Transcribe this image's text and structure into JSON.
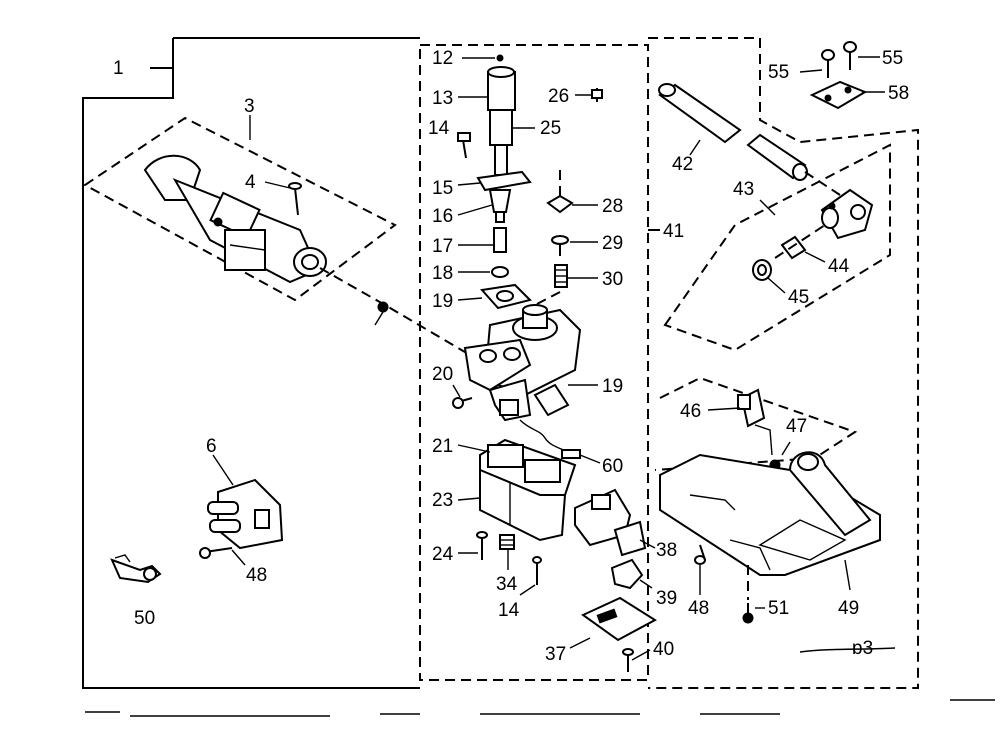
{
  "callouts": {
    "c1": "1",
    "c3": "3",
    "c4": "4",
    "c6": "6",
    "c12": "12",
    "c13": "13",
    "c14a": "14",
    "c14b": "14",
    "c15": "15",
    "c16": "16",
    "c17": "17",
    "c18": "18",
    "c19a": "19",
    "c19b": "19",
    "c20": "20",
    "c21": "21",
    "c23": "23",
    "c24": "24",
    "c25": "25",
    "c26": "26",
    "c28": "28",
    "c29": "29",
    "c30": "30",
    "c34": "34",
    "c37": "37",
    "c38": "38",
    "c39": "39",
    "c40": "40",
    "c41": "41",
    "c42": "42",
    "c43": "43",
    "c44": "44",
    "c45": "45",
    "c46": "46",
    "c47": "47",
    "c48a": "48",
    "c48b": "48",
    "c49": "49",
    "c50": "50",
    "c51": "51",
    "c55a": "55",
    "c55b": "55",
    "c58": "58",
    "c60": "60"
  },
  "page_mark": "ɒ3"
}
